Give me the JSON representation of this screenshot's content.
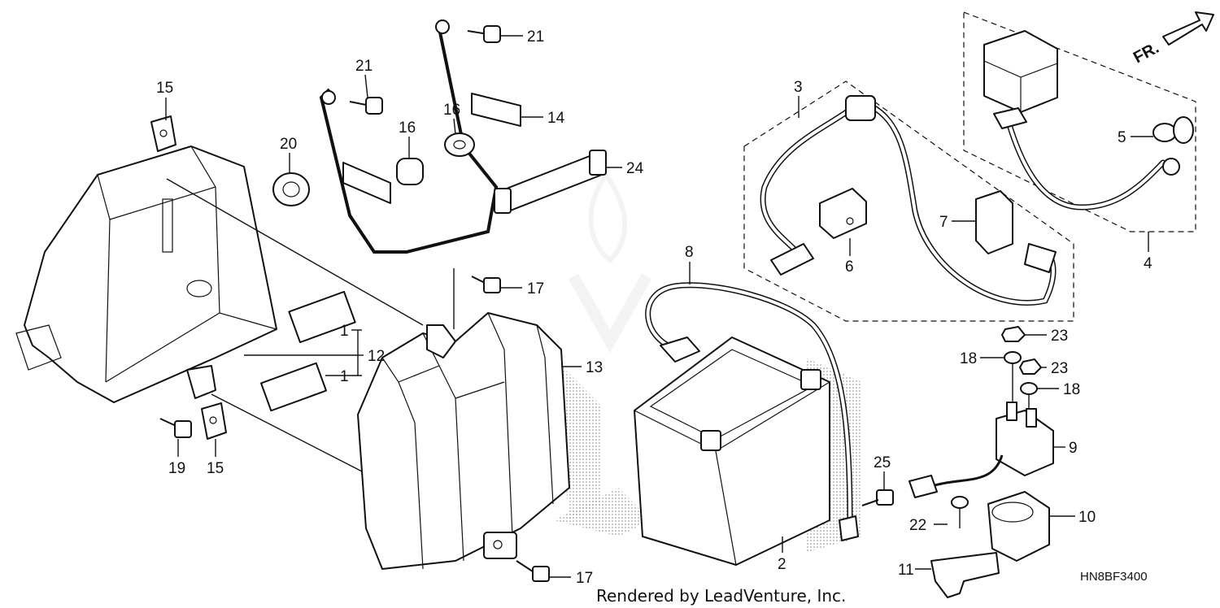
{
  "diagram": {
    "watermark": "Rendered by LeadVenture, Inc.",
    "diagram_code": "HN8BF3400",
    "direction_marker": "FR.",
    "callouts": {
      "c1a": "1",
      "c1b": "1",
      "c2": "2",
      "c3": "3",
      "c4": "4",
      "c5": "5",
      "c6": "6",
      "c7": "7",
      "c8": "8",
      "c9": "9",
      "c10": "10",
      "c11": "11",
      "c12": "12",
      "c13": "13",
      "c14": "14",
      "c15a": "15",
      "c15b": "15",
      "c16a": "16",
      "c16b": "16",
      "c17a": "17",
      "c17b": "17",
      "c18a": "18",
      "c18b": "18",
      "c19": "19",
      "c20": "20",
      "c21a": "21",
      "c21b": "21",
      "c22": "22",
      "c23a": "23",
      "c23b": "23",
      "c24": "24",
      "c25": "25"
    }
  }
}
